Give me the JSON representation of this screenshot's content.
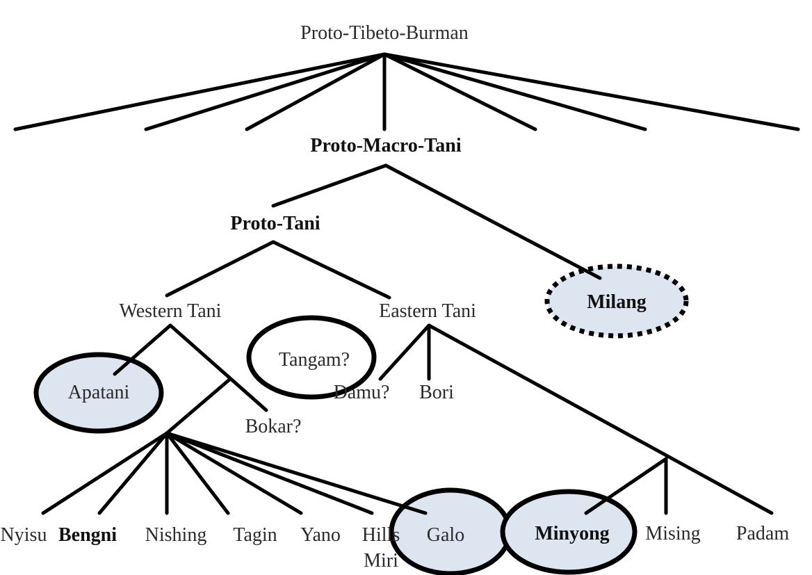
{
  "tree": {
    "root": "Proto-Tibeto-Burman",
    "macro": "Proto-Macro-Tani",
    "proto_tani": "Proto-Tani",
    "milang": "Milang",
    "western": "Western Tani",
    "eastern": "Eastern Tani",
    "tangam": "Tangam?",
    "apatani": "Apatani",
    "bokar": "Bokar?",
    "damu": "Damu?",
    "bori": "Bori",
    "leaves": {
      "nyisu": "Nyisu",
      "bengni": "Bengni",
      "nishing": "Nishing",
      "tagin": "Tagin",
      "yano": "Yano",
      "hills": "Hills",
      "miri": "Miri",
      "galo": "Galo",
      "minyong": "Minyong",
      "mising": "Mising",
      "padam": "Padam"
    }
  }
}
